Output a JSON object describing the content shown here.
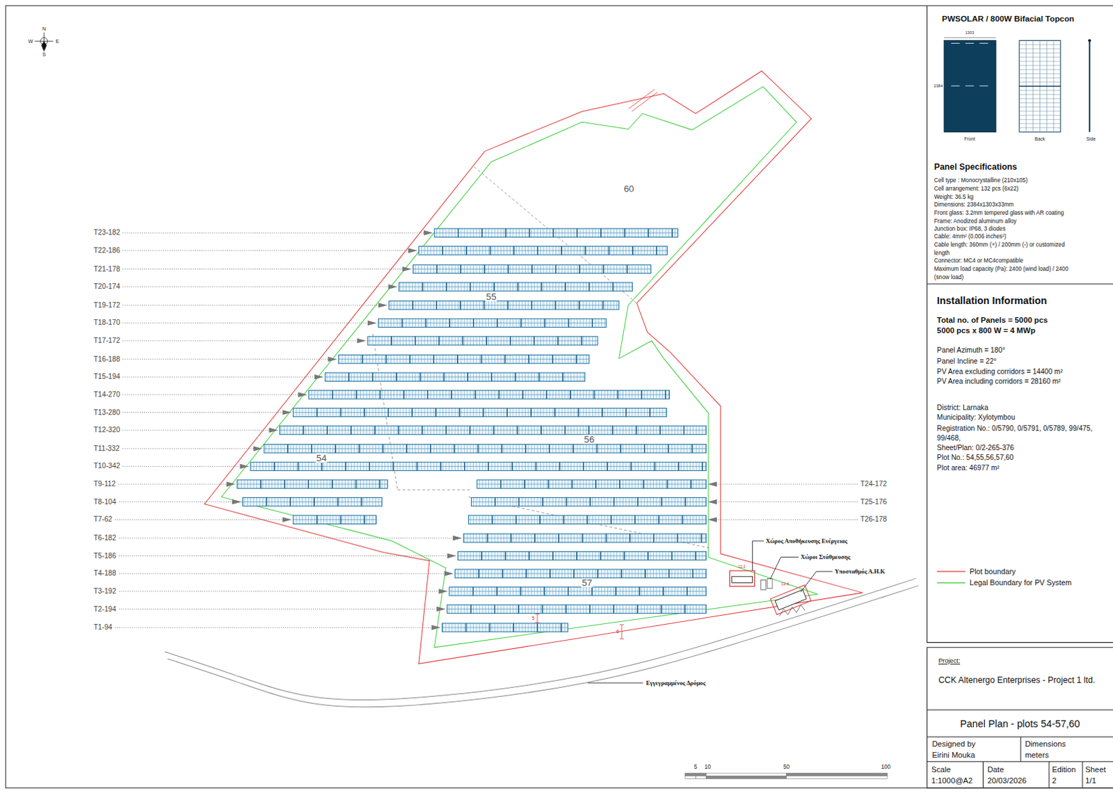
{
  "diagram": {
    "nodes": [
      {
        "text": [
          "PWSOLAR / 800W Bifacial Topcon",
          "Panel Specifications",
          "Cell type : Monocrystalline (210x105)",
          "Cell arrangement: 132 pcs (6x22)",
          "Weight: 36.5 kg",
          "Dimensions: 2384x1303x33mm",
          "Front glass: 3.2mm tempered glass with AR coating",
          "Frame: Anodized aluminum alloy",
          "Junction box: IP68, 3 diodes",
          "Cable: 4mm² (0.006 inches²)",
          "Cable length: 360mm (+) / 200mm (-) or customized length",
          "Connector: MC4 or MC4compatible",
          "Maximum load capacity (Pa): 2400 (wind load) / 2400 (snow load)"
        ]
      },
      {
        "text": [
          "Installation Information",
          "Total no. of Panels = 5000 pcs",
          "5000 pcs x 800 W = 4 MWp",
          "Panel Azimuth = 180°",
          "Panel Incline = 22°",
          "PV Area excluding corridors = 14400 m²",
          "PV Area including corridors = 28160 m²",
          "District: Larnaka",
          "Municipality: Xylotymbou",
          "Registration No.: 0/5790, 0/5791, 0/5789, 99/475, 99/468,",
          "Sheet/Plan: 0/2-265-376",
          "Plot No.: 54,55,56,57,60",
          "Plot area: 46977 m²"
        ]
      },
      {
        "text": [
          "Project:",
          "CCK Altenergo Enterprises - Project 1 ltd."
        ]
      },
      {
        "text": [
          "Panel Plan - plots 54-57,60"
        ]
      },
      {
        "text": [
          "Designed by",
          "Eirini Mouka"
        ]
      },
      {
        "text": [
          "Dimensions",
          "meters"
        ]
      },
      {
        "text": [
          "Scale",
          "1:1000@A2"
        ]
      },
      {
        "text": [
          "Date",
          "20/03/2026"
        ]
      },
      {
        "text": [
          "Edition",
          "2"
        ]
      },
      {
        "text": [
          "Sheet",
          "1/1"
        ]
      }
    ],
    "labels": [
      "N",
      "W",
      "E",
      "S",
      "T23-182",
      "T22-186",
      "T21-178",
      "T20-174",
      "T19-172",
      "T18-170",
      "T17-172",
      "T16-188",
      "T15-194",
      "T14-270",
      "T13-280",
      "T12-320",
      "T11-332",
      "T10-342",
      "T9-112",
      "T8-104",
      "T7-62",
      "T6-182",
      "T5-186",
      "T4-188",
      "T3-192",
      "T2-194",
      "T1-94",
      "T24-172",
      "T25-176",
      "T26-178",
      "60",
      "55",
      "56",
      "54",
      "57",
      "Χώρος Αποθήκευσης Ενέργειας",
      "Χώροι Στάθμευσης",
      "Υποσταθμός Α.Η.Κ",
      "Εγγεγραμμένος Δρόμος",
      "12.2",
      "12.6",
      "5",
      "6",
      "5",
      "10",
      "50",
      "100",
      "1303",
      "2384",
      "Front",
      "Back",
      "Side"
    ],
    "legend": [
      {
        "text": "Plot boundary"
      },
      {
        "text": "Legal Boundary for PV System"
      }
    ]
  }
}
